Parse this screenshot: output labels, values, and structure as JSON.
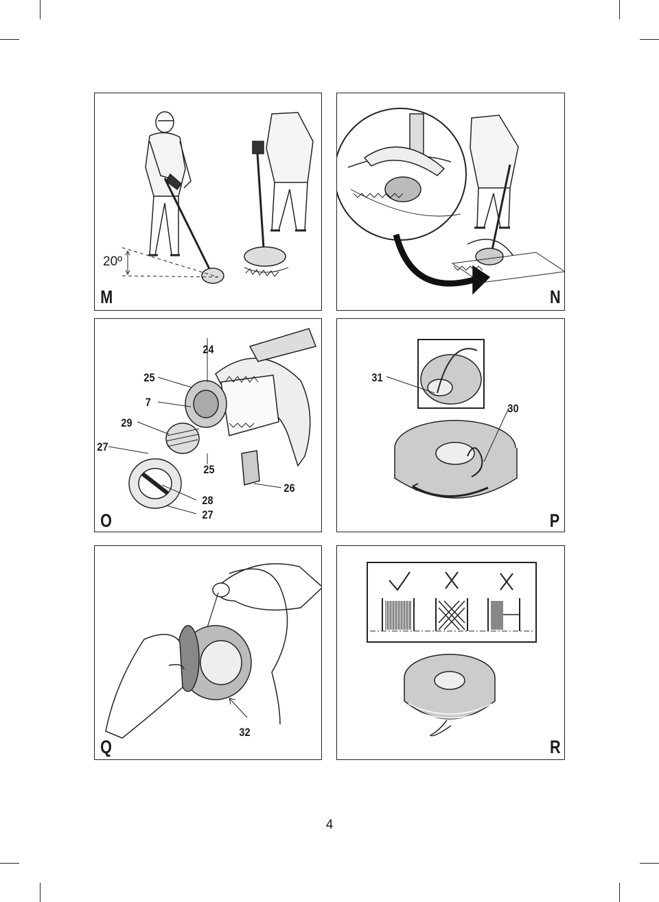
{
  "panels": {
    "M": {
      "letter": "M",
      "angle": "20º"
    },
    "N": {
      "letter": "N"
    },
    "O": {
      "letter": "O",
      "callouts": [
        "24",
        "25",
        "7",
        "29",
        "27",
        "25",
        "28",
        "27",
        "26"
      ]
    },
    "P": {
      "letter": "P",
      "callouts": [
        "31",
        "30"
      ]
    },
    "Q": {
      "letter": "Q",
      "callouts": [
        "32"
      ]
    },
    "R": {
      "letter": "R"
    }
  },
  "page_number": "4"
}
